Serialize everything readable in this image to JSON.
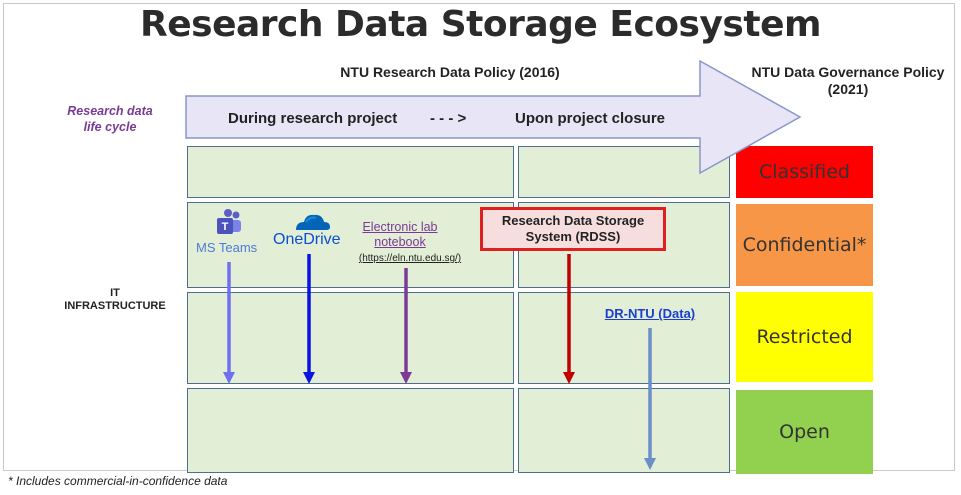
{
  "title": "Research Data Storage Ecosystem",
  "policies": {
    "research_data_policy": "NTU Research Data Policy (2016)",
    "governance_policy_line1": "NTU Data Governance Policy",
    "governance_policy_line2": "(2021)"
  },
  "lifecycle": {
    "label_line1": "Research data",
    "label_line2": "life cycle",
    "during": "During research project",
    "separator": "- - - >",
    "after": "Upon project closure"
  },
  "infrastructure": {
    "label_line1": "IT",
    "label_line2": "INFRASTRUCTURE"
  },
  "tools": {
    "ms_teams": "MS Teams",
    "onedrive": "OneDrive",
    "eln_line1": "Electronic lab",
    "eln_line2": "notebook",
    "eln_url": "(https://eln.ntu.edu.sg/)",
    "rdss_line1": "Research Data Storage",
    "rdss_line2": "System (RDSS)",
    "drntu": "DR-NTU (Data)"
  },
  "classification_levels": [
    {
      "label": "Classified",
      "color": "#ff0000"
    },
    {
      "label": "Confidential*",
      "color": "#f79646"
    },
    {
      "label": "Restricted",
      "color": "#ffff00"
    },
    {
      "label": "Open",
      "color": "#92d050"
    }
  ],
  "colors": {
    "arrow_fill": "#e8e6f6",
    "arrow_stroke": "#8b96c9",
    "cell_fill": "#e2eed6",
    "teams_arrow": "#6f6ff0",
    "onedrive_arrow": "#0a14e0",
    "eln_arrow": "#7a3a96",
    "rdss_arrow": "#c00000",
    "drntu_arrow": "#6a8fc8"
  },
  "footnote": "* Includes commercial-in-confidence data"
}
